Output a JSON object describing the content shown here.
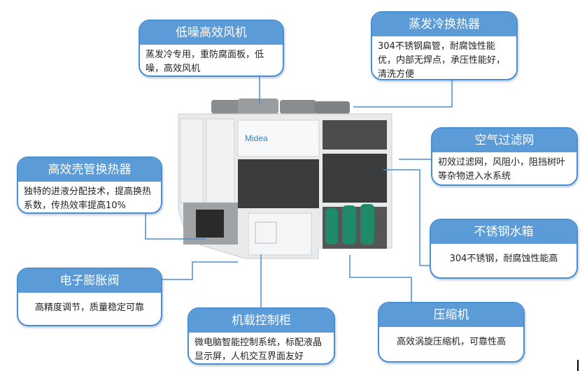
{
  "brand": "Midea",
  "callouts": [
    {
      "title": "低噪高效风机",
      "text": "蒸发冷专用，重防腐面板，低噪，高效风机"
    },
    {
      "title": "蒸发冷换热器",
      "text": "304不锈钢扁管，耐腐蚀性能优，内部无焊点，承压性能好，清洗方便"
    },
    {
      "title": "空气过滤网",
      "text": "初效过滤网，风阻小，阻挡树叶等杂物进入水系统"
    },
    {
      "title": "高效壳管换热器",
      "text": "独特的进液分配技术，提高换热系数，传热效率提高10%"
    },
    {
      "title": "不锈钢水箱",
      "text": "304不锈钢，耐腐蚀性能高"
    },
    {
      "title": "电子膨胀阀",
      "text": "高精度调节，质量稳定可靠"
    },
    {
      "title": "机载控制柜",
      "text": "微电脑智能控制系统，标配液晶显示屏，人机交互界面友好"
    },
    {
      "title": "压缩机",
      "text": "高效涡旋压缩机，可靠性高"
    }
  ],
  "colors": {
    "accent": "#5b9bd8",
    "line": "#4a8fd0",
    "compressor": "#1f8a6a"
  }
}
